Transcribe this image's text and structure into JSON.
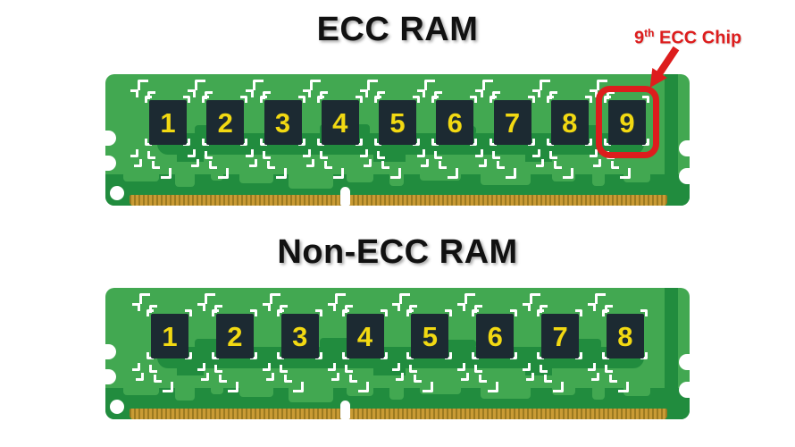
{
  "diagram": {
    "title_ecc": "ECC RAM",
    "title_non_ecc": "Non-ECC RAM",
    "annotation": {
      "base": "9",
      "sup": "th",
      "rest": " ECC Chip"
    }
  },
  "sticks": [
    {
      "id": "ecc",
      "label": "ECC RAM",
      "chips": [
        "1",
        "2",
        "3",
        "4",
        "5",
        "6",
        "7",
        "8",
        "9"
      ],
      "highlight_chip": "9"
    },
    {
      "id": "nonecc",
      "label": "Non-ECC RAM",
      "chips": [
        "1",
        "2",
        "3",
        "4",
        "5",
        "6",
        "7",
        "8"
      ]
    }
  ],
  "colors": {
    "pcb_green": "#42a851",
    "pcb_green_dark": "#218c3e",
    "chip_body": "#1c2a32",
    "chip_number": "#f2d912",
    "connector_gold": "#c99b35",
    "connector_stripe": "#9c7a20",
    "highlight_red": "#dd1d1d",
    "title_color": "#111111",
    "background": "#ffffff"
  }
}
